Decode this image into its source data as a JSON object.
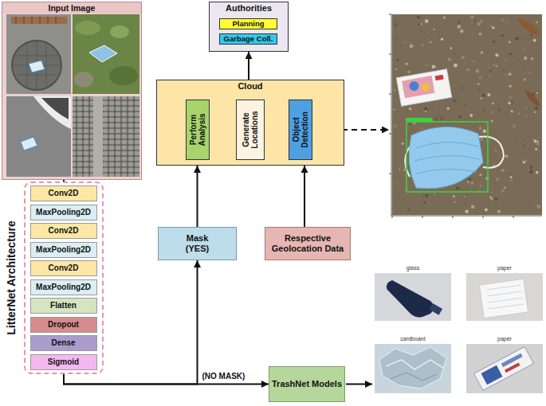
{
  "diagram": {
    "nodes": [
      {
        "text": [
          "Input Image"
        ]
      },
      {
        "text": [
          "Authorities"
        ]
      },
      {
        "text": [
          "Planning"
        ],
        "in": 1
      },
      {
        "text": [
          "Garbage Coll."
        ],
        "in": 1
      },
      {
        "text": [
          "Cloud"
        ]
      },
      {
        "text": [
          "Perform Analysis"
        ],
        "in": 4
      },
      {
        "text": [
          "Generate Locations"
        ],
        "in": 4
      },
      {
        "text": [
          "Object Detection"
        ],
        "in": 4
      },
      {
        "text": [
          "LitterNet Architecture"
        ]
      },
      {
        "text": [
          "Conv2D"
        ],
        "in": 8
      },
      {
        "text": [
          "MaxPooling2D"
        ],
        "in": 8
      },
      {
        "text": [
          "Conv2D"
        ],
        "in": 8
      },
      {
        "text": [
          "MaxPooling2D"
        ],
        "in": 8
      },
      {
        "text": [
          "Conv2D"
        ],
        "in": 8
      },
      {
        "text": [
          "MaxPooling2D"
        ],
        "in": 8
      },
      {
        "text": [
          "Flatten"
        ],
        "in": 8
      },
      {
        "text": [
          "Dropout"
        ],
        "in": 8
      },
      {
        "text": [
          "Dense"
        ],
        "in": 8
      },
      {
        "text": [
          "Sigmoid"
        ],
        "in": 8
      },
      {
        "text": [
          "Mask (YES)"
        ]
      },
      {
        "text": [
          "Respective Geolocation Data"
        ]
      },
      {
        "text": [
          "TrashNet Models"
        ]
      }
    ],
    "edges": [
      {
        "from": 0,
        "to": 8,
        "arrow": "none"
      },
      {
        "from": 8,
        "to": 19,
        "arrow": "to"
      },
      {
        "from": 8,
        "to": 21,
        "label": "(NO MASK)",
        "arrow": "to"
      },
      {
        "from": 19,
        "to": 4,
        "arrow": "to"
      },
      {
        "from": 20,
        "to": 4,
        "arrow": "to"
      },
      {
        "from": 7,
        "to": 6,
        "arrow": "to"
      },
      {
        "from": 4,
        "to": 1,
        "arrow": "to"
      }
    ],
    "labels": [
      "glass",
      "paper",
      "cardboard",
      "paper"
    ]
  }
}
